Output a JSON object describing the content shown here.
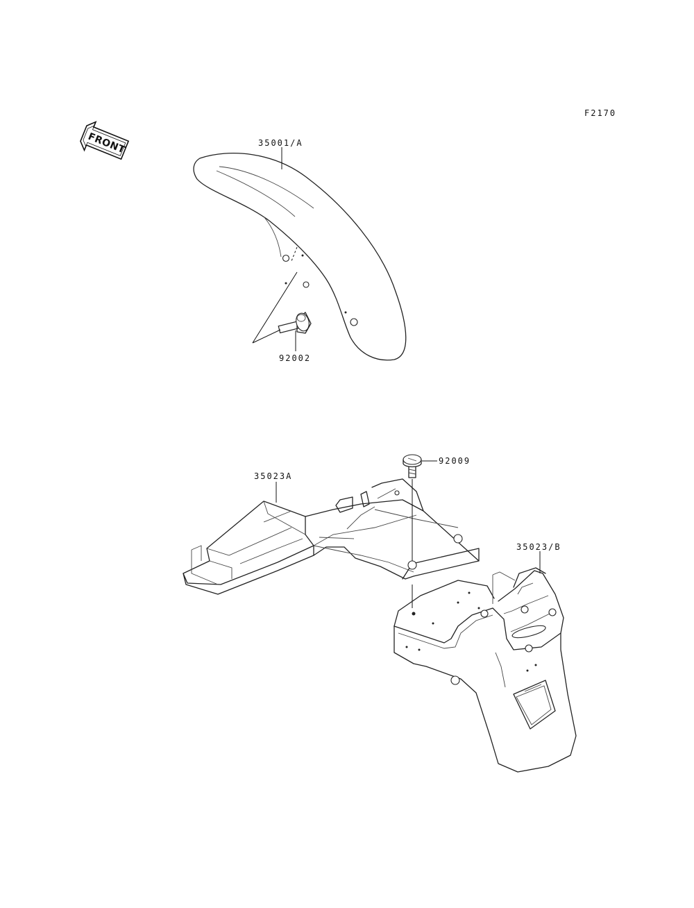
{
  "figure_code": "F2170",
  "front_badge": {
    "label": "FRONT",
    "icon": "front-direction-arrow-icon"
  },
  "parts": [
    {
      "number": "35001/A",
      "description": "front fender"
    },
    {
      "number": "92002",
      "description": "bolt"
    },
    {
      "number": "92009",
      "description": "screw"
    },
    {
      "number": "35023A",
      "description": "rear fender (inner)"
    },
    {
      "number": "35023/B",
      "description": "rear fender (mudguard)"
    }
  ],
  "colors": {
    "line": "#222222",
    "background": "#ffffff"
  }
}
